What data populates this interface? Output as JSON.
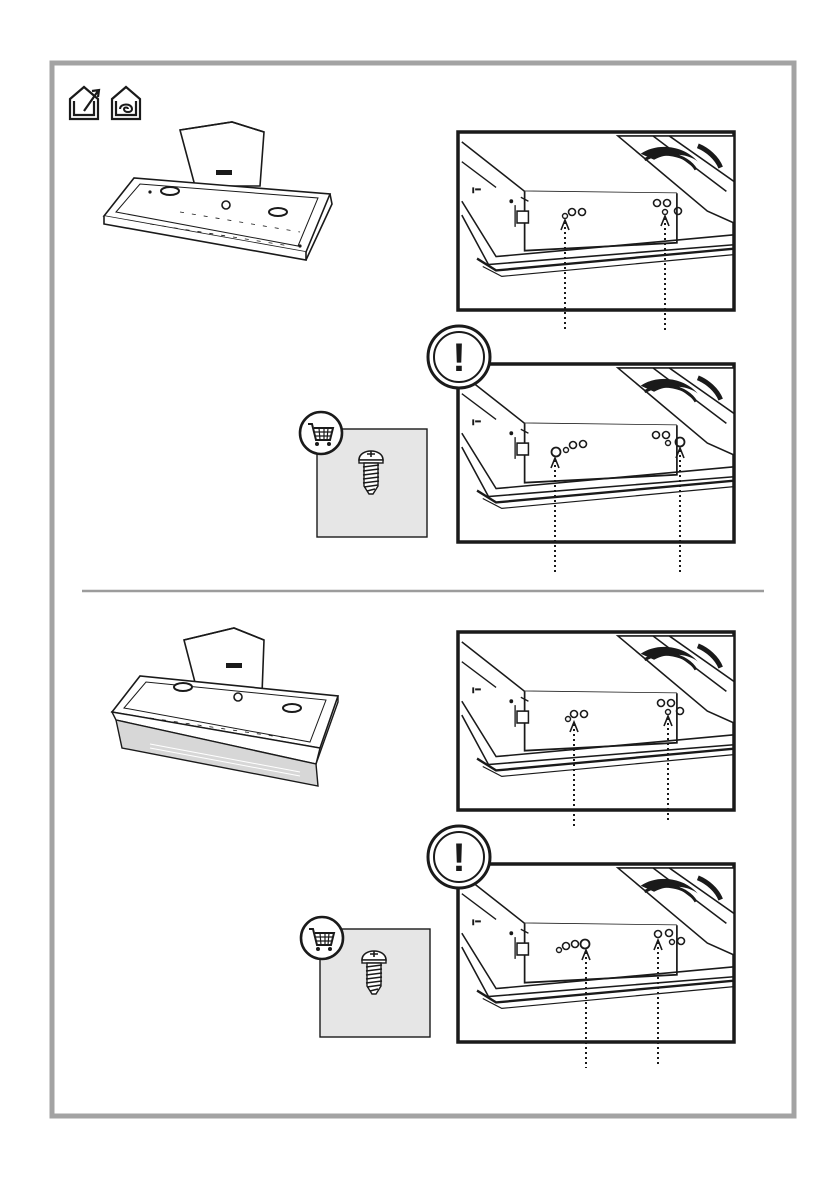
{
  "page": {
    "title": "",
    "colors": {
      "frame": "#a3a3a3",
      "divider": "#9c9c9c",
      "ink": "#1a1a1a",
      "panel_fill": "#e6e6e6",
      "glass_fill": "#d7d7d7",
      "background": "#ffffff"
    }
  },
  "header_icons": [
    {
      "name": "house-vent-outside-icon"
    },
    {
      "name": "house-recirculation-icon"
    }
  ],
  "sections": [
    {
      "name": "section-without-glass",
      "overview": "hood-overview",
      "detail_views": [
        {
          "name": "detail-standard-holes",
          "warning": false
        },
        {
          "name": "detail-alternate-holes",
          "warning": true
        }
      ],
      "accessory": {
        "cart_icon": "shopping-cart-icon",
        "part_icon": "screw-icon"
      }
    },
    {
      "name": "section-with-glass",
      "overview": "hood-overview-with-glass-panel",
      "detail_views": [
        {
          "name": "detail-standard-holes",
          "warning": false
        },
        {
          "name": "detail-alternate-holes",
          "warning": true
        }
      ],
      "accessory": {
        "cart_icon": "shopping-cart-icon",
        "part_icon": "screw-icon"
      }
    }
  ],
  "warning_symbol": "!"
}
